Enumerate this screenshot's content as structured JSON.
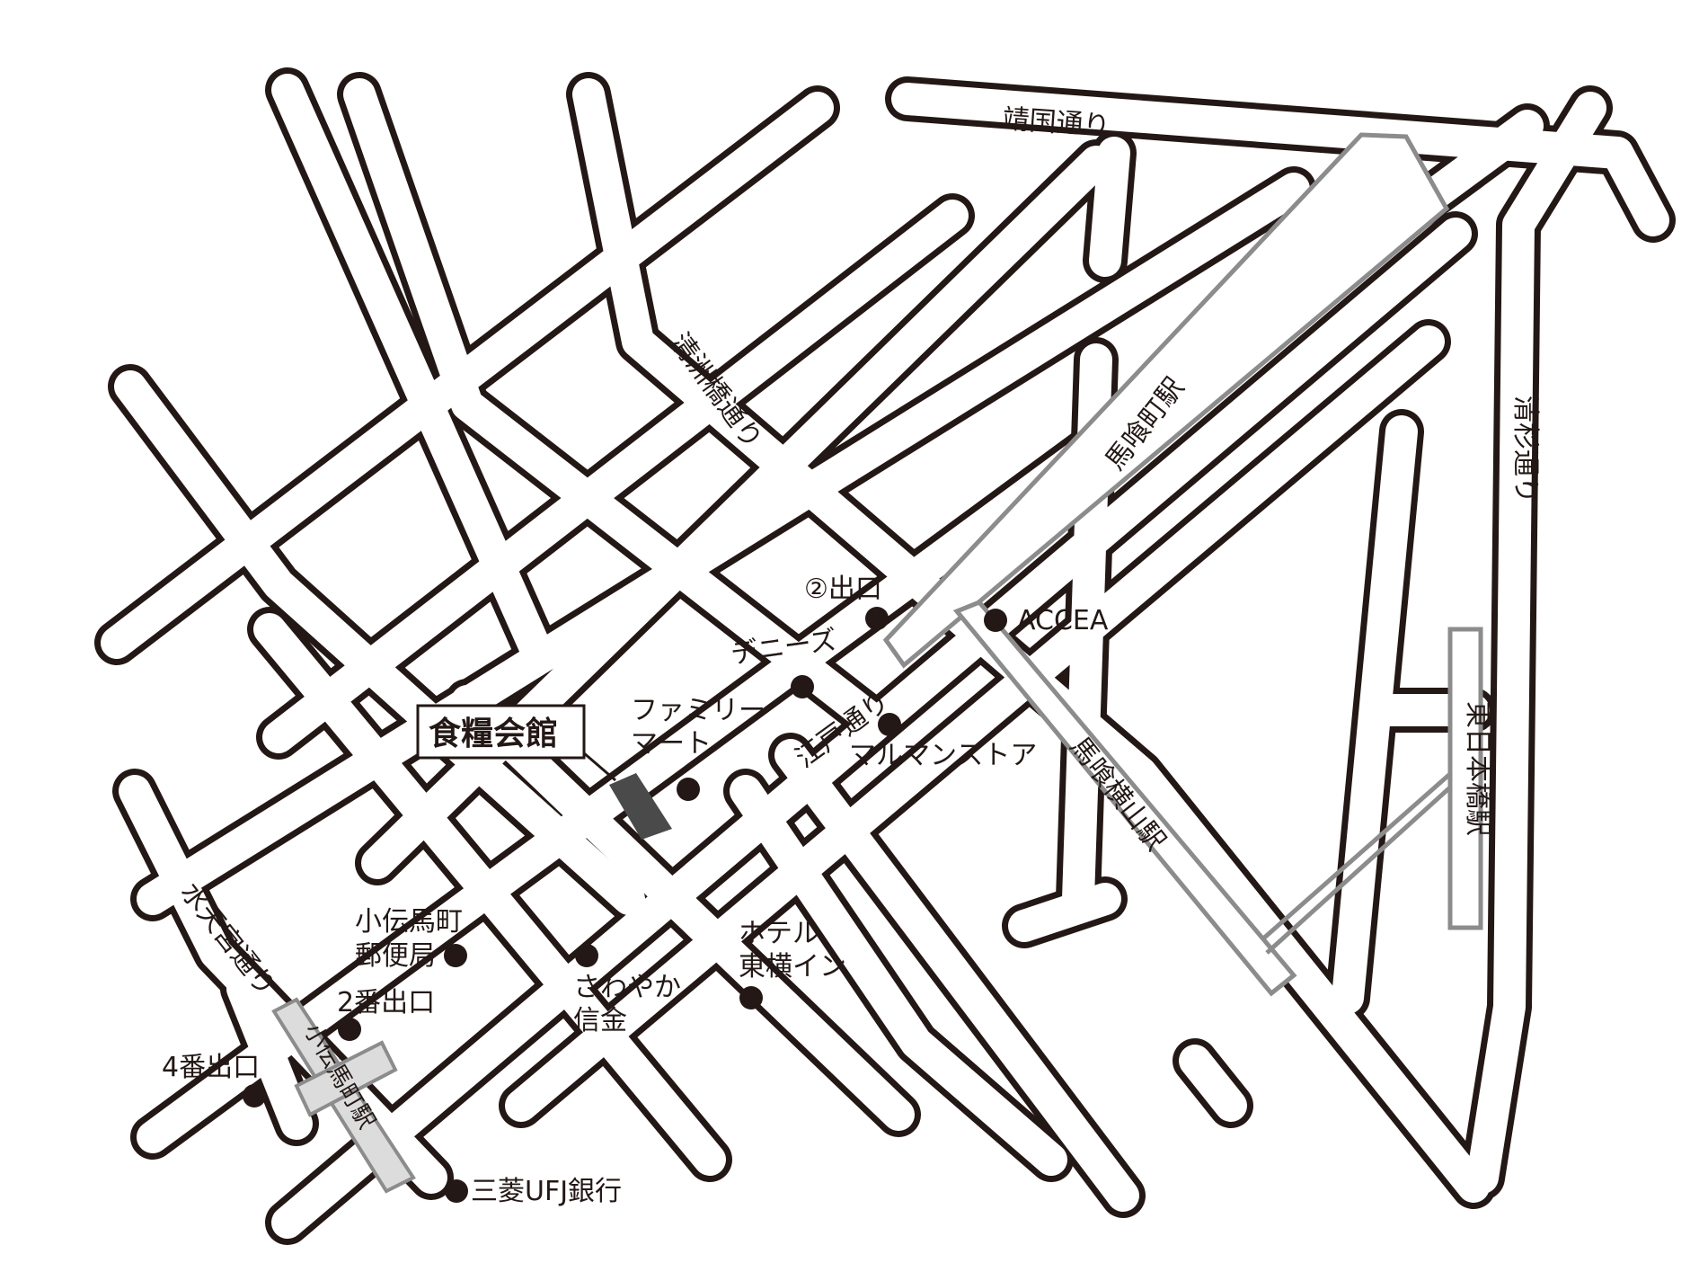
{
  "map": {
    "title": "食糧会館",
    "roads": {
      "yasukuni": "靖国通り",
      "kiyosubashi": "清洲橋通り",
      "kiyosugi": "清杉通り",
      "edo": "江戸通り",
      "suitengu": "水天宮通り"
    },
    "stations": {
      "bakurocho": "馬喰町駅",
      "bakuro_yokoyama": "馬喰横山駅",
      "higashi_nihonbashi": "東日本橋駅",
      "kodenmacho": "小伝馬町駅"
    },
    "pois": {
      "exit2_circle": "②出口",
      "accea": "ACCEA",
      "dennys": "デニーズ",
      "familymart_l1": "ファミリー",
      "familymart_l2": "マート",
      "maruman": "マルマンストア",
      "post_l1": "小伝馬町",
      "post_l2": "郵便局",
      "exit2": "2番出口",
      "exit4": "4番出口",
      "sawayaka_l1": "さわやか",
      "sawayaka_l2": "信金",
      "hotel_l1": "ホテル",
      "hotel_l2": "東横イン",
      "mufg": "三菱UFJ銀行"
    }
  }
}
